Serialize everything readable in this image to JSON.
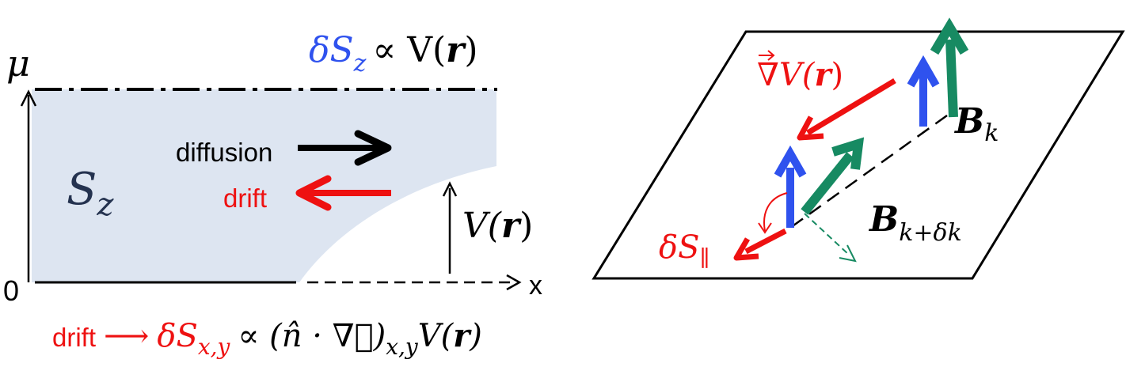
{
  "left_panel": {
    "top_formula": "δS_z ∝ V(r)",
    "top_formula_parts": {
      "delta_s": "δS",
      "sub_z": "z",
      "propto": "∝ V(",
      "r": "r",
      "close": ")"
    },
    "y_axis_label": "μ",
    "origin_label": "0",
    "x_axis_label": "x",
    "region_label": "S",
    "region_sub": "z",
    "diffusion_label": "diffusion",
    "drift_label": "drift",
    "potential_label": "V(r)",
    "potential_parts": {
      "open": "V(",
      "r": "r",
      "close": ")"
    },
    "bottom_formula": {
      "drift_word": "drift",
      "arrow": "⟶",
      "delta_s": "δS",
      "sub_xy": "x,y",
      "rest": "∝ (n̂ · ∇⃗)",
      "rest_sub": "x,y",
      "tail_open": "V(",
      "tail_r": "r",
      "tail_close": ")"
    }
  },
  "right_panel": {
    "gradient_label": "∇⃗V(r)",
    "gradient_parts": {
      "open": "V(",
      "r": "r",
      "close": ")",
      "nabla": "∇"
    },
    "bk_label": "B",
    "bk_sub": "k",
    "bkdk_label": "B",
    "bkdk_sub": "k+δk",
    "dspar_label": "δS",
    "dspar_sub": "∥"
  },
  "colors": {
    "blue": "#2f52ee",
    "red": "#ee1111",
    "green": "#178a62",
    "region_fill": "#dde5f1",
    "black": "#000000"
  }
}
